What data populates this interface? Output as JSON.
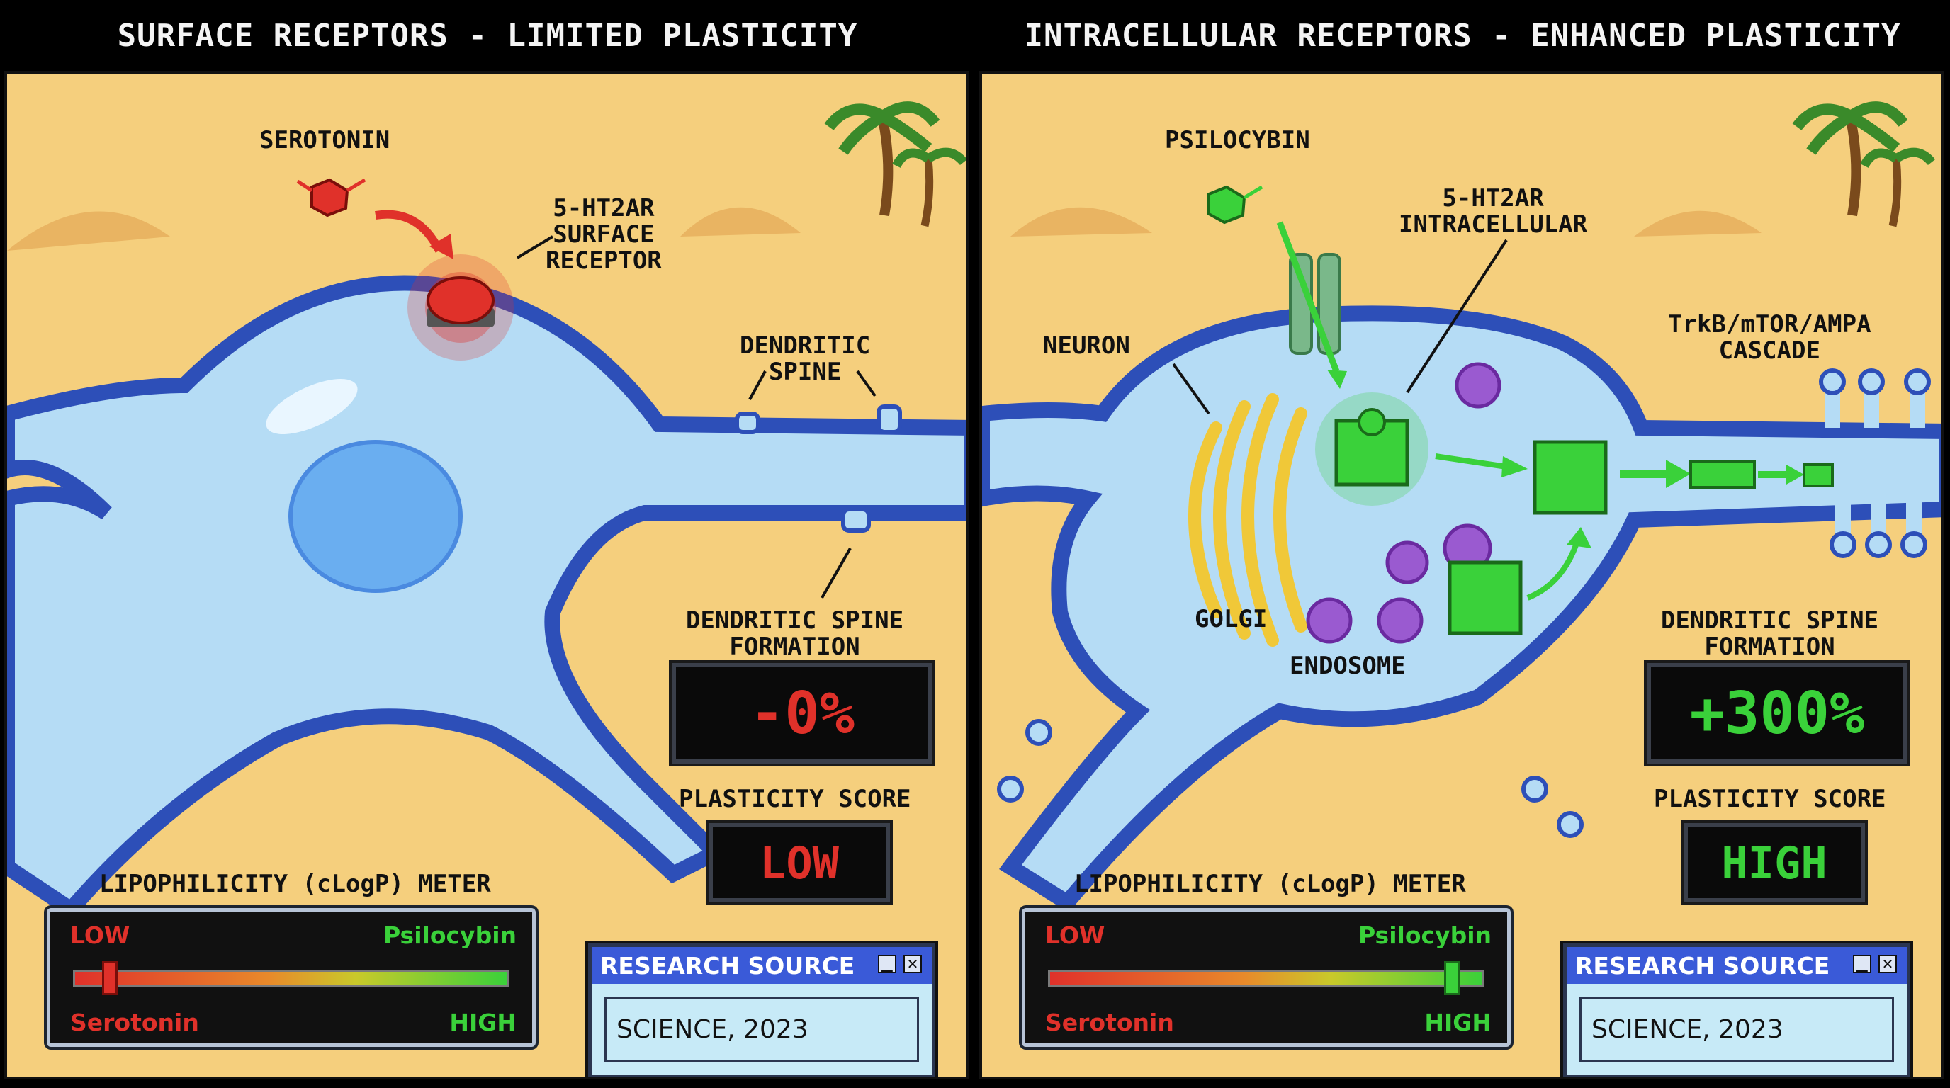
{
  "left": {
    "title": "SURFACE RECEPTORS - LIMITED PLASTICITY",
    "serotonin_label": "SEROTONIN",
    "receptor_label": [
      "5-HT2AR",
      "SURFACE",
      "RECEPTOR"
    ],
    "spine_label": [
      "DENDRITIC",
      "SPINE"
    ],
    "formation_label": [
      "DENDRITIC SPINE",
      "FORMATION"
    ],
    "formation_value": "-0%",
    "score_label": "PLASTICITY SCORE",
    "score_value": "LOW",
    "meter_title": "LIPOPHILICITY (cLogP) METER",
    "meter_low": "LOW",
    "meter_psilocybin": "Psilocybin",
    "meter_serotonin": "Serotonin",
    "meter_high": "HIGH",
    "meter_level": 0.08,
    "source_title": "RESEARCH SOURCE",
    "source_value": "SCIENCE, 2023",
    "accent": "#e0312a"
  },
  "right": {
    "title": "INTRACELLULAR RECEPTORS - ENHANCED PLASTICITY",
    "psilocybin_label": "PSILOCYBIN",
    "receptor_label": [
      "5-HT2AR",
      "INTRACELLULAR"
    ],
    "neuron_label": "NEURON",
    "cascade_label": [
      "TrkB/mTOR/AMPA",
      "CASCADE"
    ],
    "golgi_label": "GOLGI",
    "endosome_label": "ENDOSOME",
    "formation_label": [
      "DENDRITIC SPINE",
      "FORMATION"
    ],
    "formation_value": "+300%",
    "score_label": "PLASTICITY SCORE",
    "score_value": "HIGH",
    "meter_title": "LIPOPHILICITY (cLogP) METER",
    "meter_low": "LOW",
    "meter_psilocybin": "Psilocybin",
    "meter_serotonin": "Serotonin",
    "meter_high": "HIGH",
    "meter_level": 0.92,
    "source_title": "RESEARCH SOURCE",
    "source_value": "SCIENCE, 2023",
    "accent": "#3ad13a"
  },
  "colors": {
    "sand": "#f5cf7d",
    "membrane": "#2d4fb8",
    "cytoplasm": "#b5dcf5",
    "red": "#e0312a",
    "green": "#3ad13a"
  }
}
